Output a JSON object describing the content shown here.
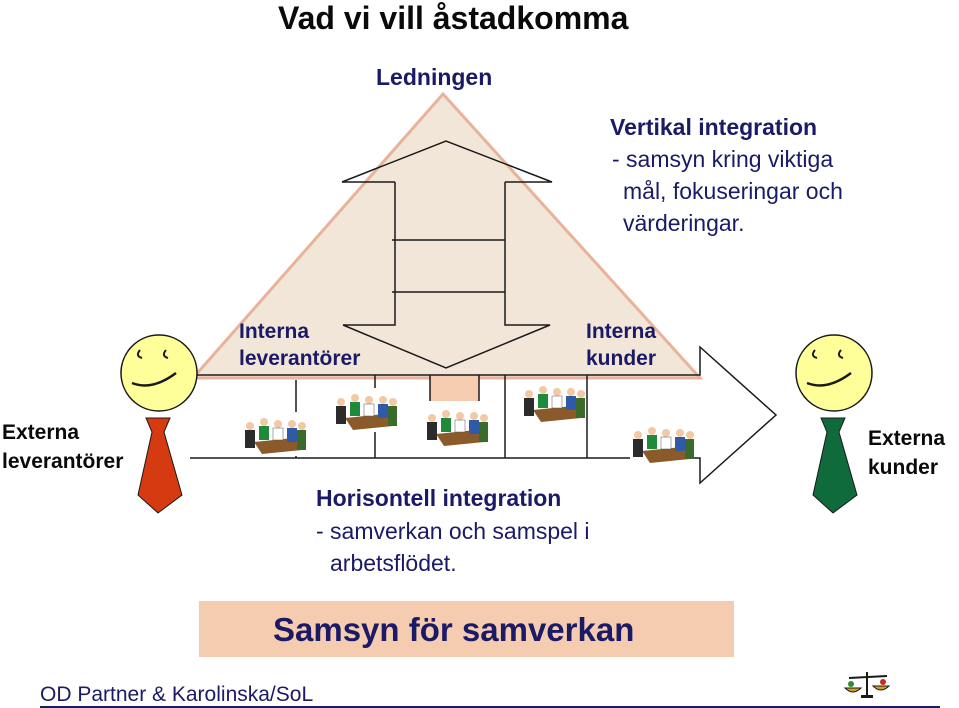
{
  "title": "Vad vi vill åstadkomma",
  "pyramid": {
    "apex_label": "Ledningen"
  },
  "vertical": {
    "heading": "Vertikal integration",
    "lines": [
      "- samsyn kring viktiga",
      "mål, fokuseringar och",
      "värderingar."
    ]
  },
  "internal_suppliers": [
    "Interna",
    "leverantörer"
  ],
  "internal_customers": [
    "Interna",
    "kunder"
  ],
  "external_suppliers": [
    "Externa",
    "leverantörer"
  ],
  "external_customers": [
    "Externa",
    "kunder"
  ],
  "horizontal": {
    "heading": "Horisontell integration",
    "lines": [
      "- samverkan och samspel i",
      "arbetsflödet."
    ]
  },
  "banner": "Samsyn för samverkan",
  "footer": "OD Partner & Karolinska/SoL",
  "colors": {
    "pyramid_fill": "#f2e6d8",
    "pyramid_edge": "#e9b39b",
    "face": "#ffff99",
    "tie_left": "#d63a10",
    "tie_right": "#0f6b3c",
    "banner": "#f6ccb0",
    "text": "#1a1a66"
  },
  "icons": [
    "smiley-face-icon",
    "necktie-icon",
    "meeting-group-icon",
    "scales-logo-icon"
  ]
}
